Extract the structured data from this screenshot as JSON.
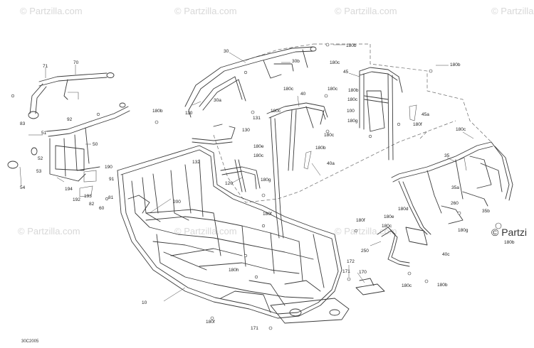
{
  "watermark": {
    "text": "© Partzilla.com",
    "corner_text": "© Partzi"
  },
  "figure_code": "30C2005",
  "callouts": [
    {
      "id": "c30",
      "text": "30"
    },
    {
      "id": "c180b_1",
      "text": "180b"
    },
    {
      "id": "c30b",
      "text": "30b"
    },
    {
      "id": "c180c_1",
      "text": "180c"
    },
    {
      "id": "c45",
      "text": "45"
    },
    {
      "id": "c180b_2",
      "text": "180b"
    },
    {
      "id": "c71",
      "text": "71"
    },
    {
      "id": "c70",
      "text": "70"
    },
    {
      "id": "c180c_2",
      "text": "180c"
    },
    {
      "id": "c180c_3",
      "text": "180c"
    },
    {
      "id": "c40",
      "text": "40"
    },
    {
      "id": "c180b_3",
      "text": "180b"
    },
    {
      "id": "c30a",
      "text": "30a"
    },
    {
      "id": "c180c_4",
      "text": "180c"
    },
    {
      "id": "c100",
      "text": "100"
    },
    {
      "id": "c45a",
      "text": "45a"
    },
    {
      "id": "c180b_4",
      "text": "180b"
    },
    {
      "id": "c110",
      "text": "110"
    },
    {
      "id": "c180c_5",
      "text": "180c"
    },
    {
      "id": "c131",
      "text": "131"
    },
    {
      "id": "c92",
      "text": "92"
    },
    {
      "id": "c180g_1",
      "text": "180g"
    },
    {
      "id": "c180f_1",
      "text": "180f"
    },
    {
      "id": "c83",
      "text": "83"
    },
    {
      "id": "c130",
      "text": "130"
    },
    {
      "id": "c180c_6",
      "text": "180c"
    },
    {
      "id": "c180c_7",
      "text": "180c"
    },
    {
      "id": "c51",
      "text": "51"
    },
    {
      "id": "c50",
      "text": "50"
    },
    {
      "id": "c180e_1",
      "text": "180e"
    },
    {
      "id": "c180b_5",
      "text": "180b"
    },
    {
      "id": "c35",
      "text": "35"
    },
    {
      "id": "c52",
      "text": "52"
    },
    {
      "id": "c180c_8",
      "text": "180c"
    },
    {
      "id": "c40a",
      "text": "40a"
    },
    {
      "id": "c53",
      "text": "53"
    },
    {
      "id": "c190",
      "text": "190"
    },
    {
      "id": "c132",
      "text": "132"
    },
    {
      "id": "c91",
      "text": "91"
    },
    {
      "id": "c180g_2",
      "text": "180g"
    },
    {
      "id": "c54",
      "text": "54"
    },
    {
      "id": "c194",
      "text": "194"
    },
    {
      "id": "c120",
      "text": "120"
    },
    {
      "id": "c35a",
      "text": "35a"
    },
    {
      "id": "c193",
      "text": "193"
    },
    {
      "id": "c81",
      "text": "81"
    },
    {
      "id": "c192",
      "text": "192"
    },
    {
      "id": "c82",
      "text": "82"
    },
    {
      "id": "c200",
      "text": "200"
    },
    {
      "id": "c260",
      "text": "260"
    },
    {
      "id": "c60",
      "text": "60"
    },
    {
      "id": "c180d",
      "text": "180d"
    },
    {
      "id": "c35b",
      "text": "35b"
    },
    {
      "id": "c180f_2",
      "text": "180f"
    },
    {
      "id": "c180e_2",
      "text": "180e"
    },
    {
      "id": "c180c_9",
      "text": "180c"
    },
    {
      "id": "c180g_3",
      "text": "180g"
    },
    {
      "id": "c180f_3",
      "text": "180f"
    },
    {
      "id": "c180b_6",
      "text": "180b"
    },
    {
      "id": "c250",
      "text": "250"
    },
    {
      "id": "c40c",
      "text": "40c"
    },
    {
      "id": "c172",
      "text": "172"
    },
    {
      "id": "c180h",
      "text": "180h"
    },
    {
      "id": "c171_1",
      "text": "171"
    },
    {
      "id": "c170",
      "text": "170"
    },
    {
      "id": "c180c_10",
      "text": "180c"
    },
    {
      "id": "c180b_7",
      "text": "180b"
    },
    {
      "id": "c10",
      "text": "10"
    },
    {
      "id": "c180f_4",
      "text": "180f"
    },
    {
      "id": "c171_2",
      "text": "171"
    }
  ]
}
